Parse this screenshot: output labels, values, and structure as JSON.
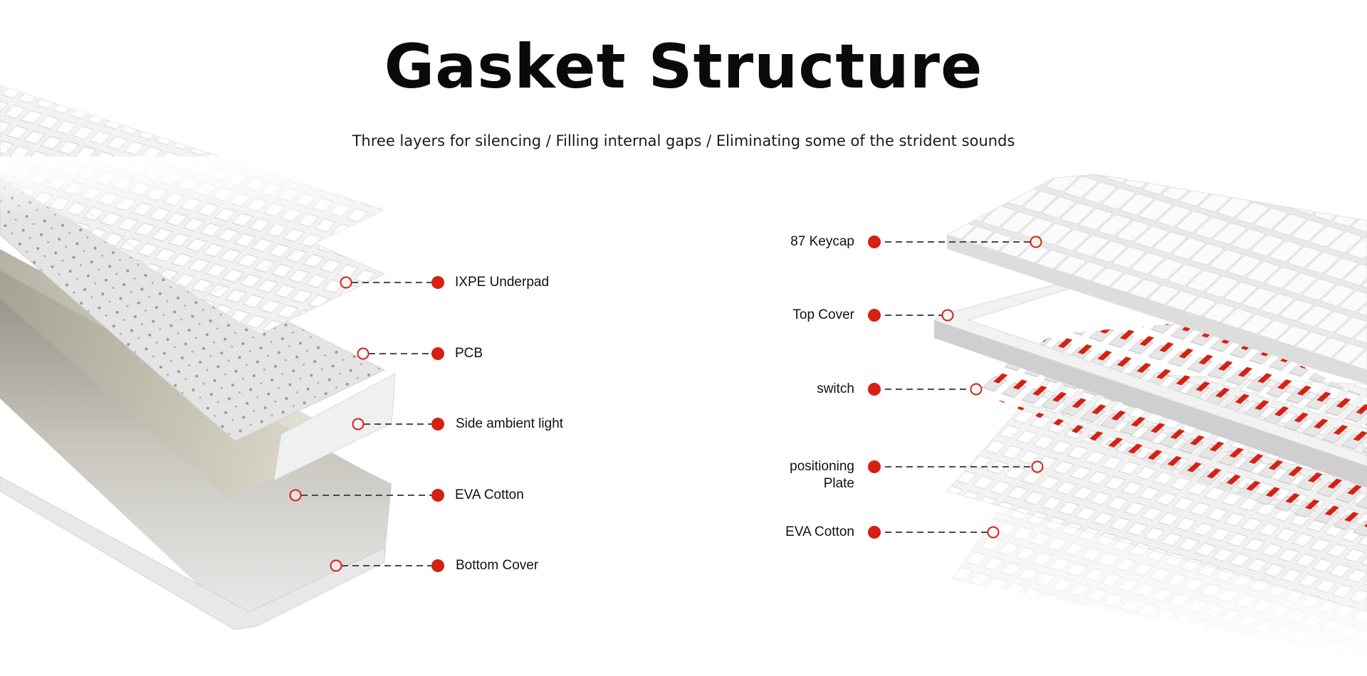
{
  "header": {
    "title": "Gasket Structure",
    "subtitle": "Three layers for silencing / Filling internal gaps / Eliminating some of the strident sounds"
  },
  "colors": {
    "accent_red": "#d42114",
    "dash_line": "#4a4a4a",
    "text": "#111111"
  },
  "left_diagram": {
    "callouts": [
      {
        "label": "IXPE Underpad"
      },
      {
        "label": "PCB"
      },
      {
        "label": "Side ambient light"
      },
      {
        "label": "EVA Cotton"
      },
      {
        "label": "Bottom Cover"
      }
    ]
  },
  "right_diagram": {
    "callouts": [
      {
        "label": "87 Keycap"
      },
      {
        "label": "Top Cover"
      },
      {
        "label": "switch"
      },
      {
        "label_line1": "positioning",
        "label_line2": "Plate"
      },
      {
        "label": "EVA Cotton"
      }
    ]
  }
}
